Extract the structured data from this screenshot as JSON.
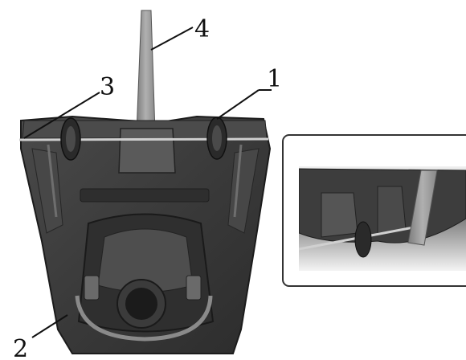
{
  "callouts": [
    {
      "label": "1",
      "part": "rod-clip"
    },
    {
      "label": "2",
      "part": "hinge-latch"
    },
    {
      "label": "3",
      "part": "steel-rod"
    },
    {
      "label": "4",
      "part": "blade-strip"
    }
  ],
  "colors": {
    "body_dark": "#3a3a3a",
    "body_mid": "#555555",
    "highlight": "#8a8a8a",
    "inset_frame": "#333333",
    "blade": "#9a9a9a"
  }
}
